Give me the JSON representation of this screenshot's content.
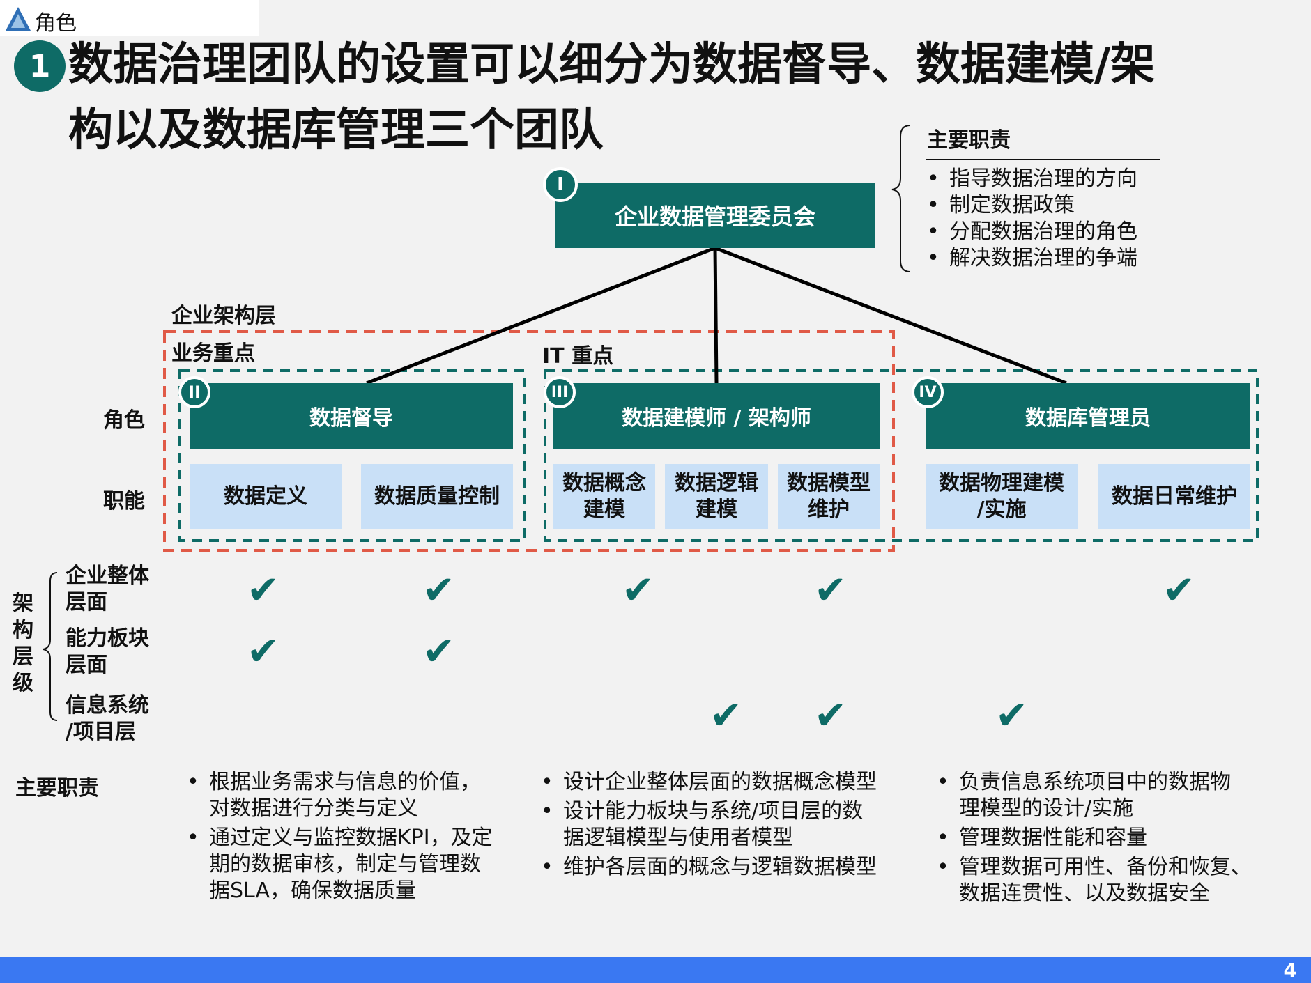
{
  "tag": {
    "label": "角色"
  },
  "title": {
    "number": "1",
    "text": "数据治理团队的设置可以细分为数据督导、数据建模/架构以及数据库管理三个团队"
  },
  "committee": {
    "roman": "I",
    "label": "企业数据管理委员会"
  },
  "committee_responsibilities": {
    "heading": "主要职责",
    "items": [
      "指导数据治理的方向",
      "制定数据政策",
      "分配数据治理的角色",
      "解决数据治理的争端"
    ]
  },
  "layers": {
    "enterprise_arch": "企业架构层",
    "business_focus": "业务重点",
    "it_focus": "IT 重点"
  },
  "row_labels": {
    "role": "角色",
    "function": "职能"
  },
  "teams": [
    {
      "roman": "II",
      "label": "数据督导",
      "functions": [
        "数据定义",
        "数据质量控制"
      ]
    },
    {
      "roman": "III",
      "label": "数据建模师 / 架构师",
      "functions": [
        "数据概念建模",
        "数据逻辑建模",
        "数据模型维护"
      ]
    },
    {
      "roman": "IV",
      "label": "数据库管理员",
      "functions": [
        "数据物理建模/实施",
        "数据日常维护"
      ]
    }
  ],
  "functions_display": {
    "f1": "数据定义",
    "f2": "数据质量控制",
    "f3a": "数据概念",
    "f3b": "建模",
    "f4a": "数据逻辑",
    "f4b": "建模",
    "f5a": "数据模型",
    "f5b": "维护",
    "f6a": "数据物理建模",
    "f6b": "/实施",
    "f7": "数据日常维护"
  },
  "arch_levels": {
    "group_label": "架构层级",
    "group_chars": [
      "架",
      "构",
      "层",
      "级"
    ],
    "levels": [
      {
        "line1": "企业整体",
        "line2": "层面"
      },
      {
        "line1": "能力板块",
        "line2": "层面"
      },
      {
        "line1": "信息系统",
        "line2": "/项目层"
      }
    ],
    "check_symbol": "✔"
  },
  "main_responsibilities": {
    "heading": "主要职责",
    "col1": [
      [
        "根据业务需求与信息的价值，",
        "对数据进行分类与定义"
      ],
      [
        "通过定义与监控数据KPI，及定",
        "期的数据审核，制定与管理数",
        "据SLA，确保数据质量"
      ]
    ],
    "col2": [
      [
        "设计企业整体层面的数据概念模型"
      ],
      [
        "设计能力板块与系统/项目层的数",
        "据逻辑模型与使用者模型"
      ],
      [
        "维护各层面的概念与逻辑数据模型"
      ]
    ],
    "col3": [
      [
        "负责信息系统项目中的数据物",
        "理模型的设计/实施"
      ],
      [
        "管理数据性能和容量"
      ],
      [
        "管理数据可用性、备份和恢复、",
        "数据连贯性、以及数据安全"
      ]
    ]
  },
  "colors": {
    "teal": "#0e6b66",
    "light_blue": "#c9e0f7",
    "red_dash": "#e05a47",
    "footer_blue": "#3a78f2"
  },
  "page_number": "4"
}
